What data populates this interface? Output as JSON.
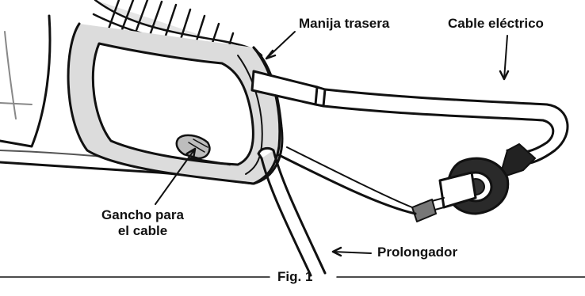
{
  "labels": {
    "rear_handle": "Manija trasera",
    "power_cord": "Cable eléctrico",
    "cord_hook_line1": "Gancho para",
    "cord_hook_line2": "el cable",
    "extension_cord": "Prolongador"
  },
  "caption": "Fig. 1",
  "colors": {
    "ink": "#111111",
    "handle_fill": "#dcdcdc",
    "body_fill": "#ececec",
    "background": "#ffffff"
  }
}
